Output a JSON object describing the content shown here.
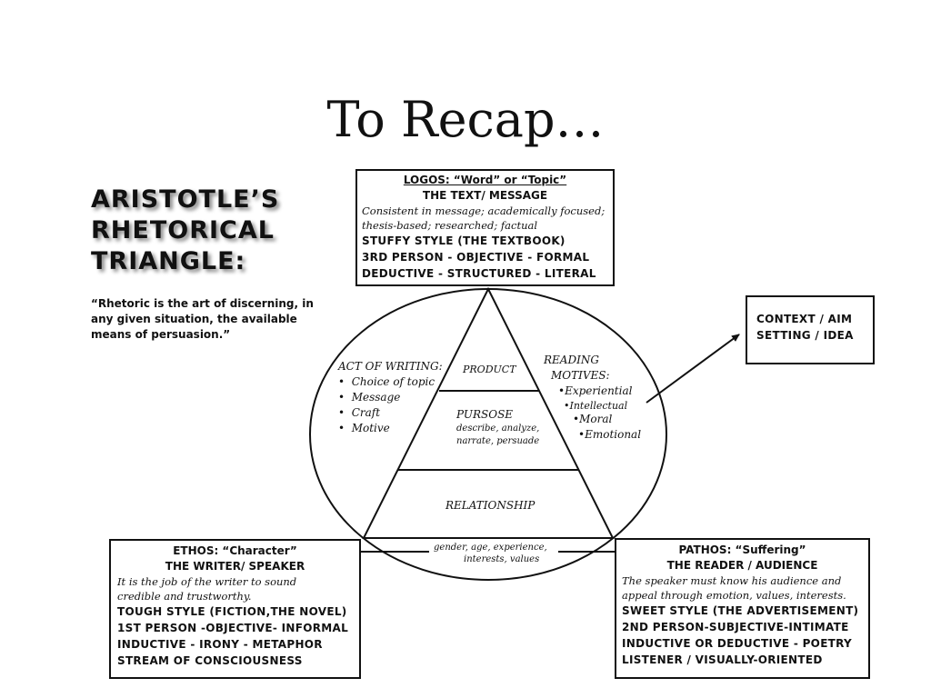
{
  "slide": {
    "title": "To Recap…"
  },
  "heading": {
    "line1": "ARISTOTLE’S",
    "line2": "RHETORICAL",
    "line3": "TRIANGLE:"
  },
  "quote": "“Rhetoric is the art of discerning, in any given situation, the available means of persuasion.”",
  "logos": {
    "title": "LOGOS: “Word” or “Topic”",
    "subtitle": "THE TEXT/ MESSAGE",
    "desc1": "Consistent in message; academically focused;",
    "desc2": "thesis-based; researched; factual",
    "line1": "STUFFY STYLE (THE TEXTBOOK)",
    "line2": "3RD PERSON - OBJECTIVE - FORMAL",
    "line3": "DEDUCTIVE - STRUCTURED - LITERAL"
  },
  "ethos": {
    "title": "ETHOS: “Character”",
    "subtitle": "THE WRITER/ SPEAKER",
    "desc1": "It is the job of the writer to sound",
    "desc2": "credible and trustworthy.",
    "line1": "TOUGH STYLE (FICTION,THE NOVEL)",
    "line2": "1ST PERSON -OBJECTIVE- INFORMAL",
    "line3": "INDUCTIVE - IRONY - METAPHOR",
    "line4": "STREAM OF CONSCIOUSNESS"
  },
  "pathos": {
    "title": "PATHOS: “Suffering”",
    "subtitle": "THE READER / AUDIENCE",
    "desc1": "The speaker must know his audience and",
    "desc2": "appeal through emotion, values, interests.",
    "line1": "SWEET STYLE (THE ADVERTISEMENT)",
    "line2": "2ND PERSON-SUBJECTIVE-INTIMATE",
    "line3": "INDUCTIVE OR DEDUCTIVE - POETRY",
    "line4": "LISTENER / VISUALLY-ORIENTED"
  },
  "context": {
    "line1": "CONTEXT / AIM",
    "line2": "SETTING / IDEA"
  },
  "triangle": {
    "product": "PRODUCT",
    "purpose": "PURSOSE",
    "purpose_desc1": "describe, analyze,",
    "purpose_desc2": "narrate, persuade",
    "relationship": "RELATIONSHIP",
    "relationship_desc1": "gender, age, experience,",
    "relationship_desc2": "interests, values"
  },
  "act_of_writing": {
    "title": "ACT OF WRITING:",
    "items": [
      "Choice of topic",
      "Message",
      "Craft",
      "Motive"
    ]
  },
  "reading_motives": {
    "title1": "READING",
    "title2": "MOTIVES:",
    "items": [
      "•Experiential",
      "•Intellectual",
      "•Moral",
      "•Emotional"
    ]
  }
}
